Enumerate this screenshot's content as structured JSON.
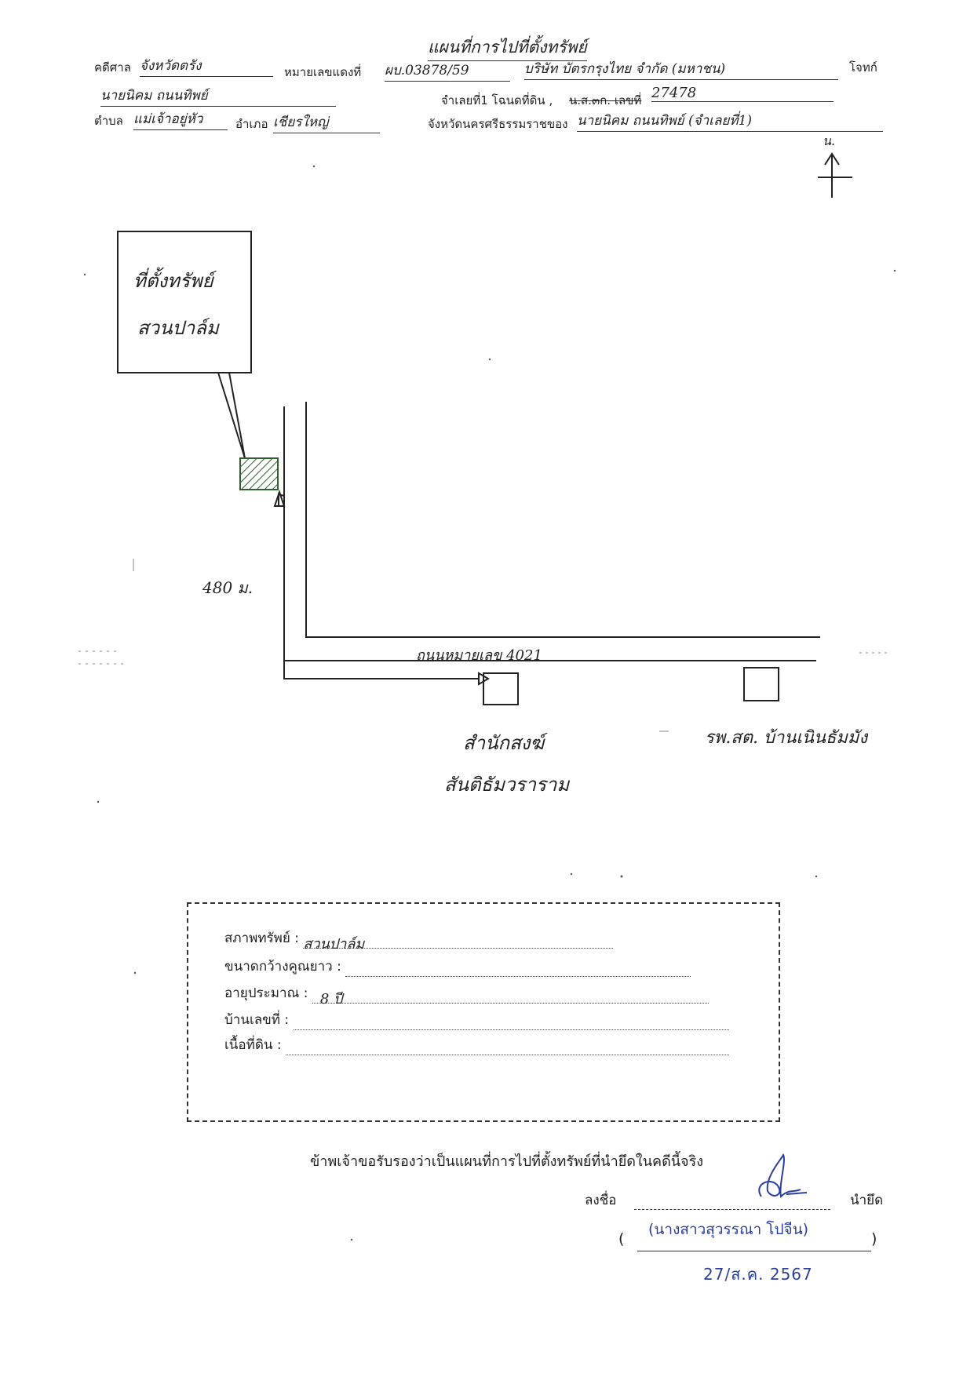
{
  "header": {
    "title": "แผนที่การไปที่ตั้งทรัพย์",
    "court_label": "คดีศาล",
    "court_value": "จังหวัดตรัง",
    "case_no_label": "หมายเลขแดงที่",
    "case_no_value": "ผบ.03878/59",
    "plaintiff_value": "บริษัท บัตรกรุงไทย จำกัด (มหาชน)",
    "plaintiff_label": "โจทก์",
    "defendant_value": "นายนิคม ถนนทิพย์",
    "defendant_no": "จำเลยที่1 โฉนดที่ดิน ,",
    "struck_text": "น.ส.๓ก. เลขที่",
    "deed_no": "27478",
    "subdistrict_label": "ตำบล",
    "subdistrict_value": "แม่เจ้าอยู่หัว",
    "district_label": "อำเภอ",
    "district_value": "เชียรใหญ่",
    "province_label": "จังหวัดนครศรีธรรมราชของ",
    "owner_value": "นายนิคม ถนนทิพย์ (จำเลยที่1)",
    "north_label": "น."
  },
  "map": {
    "property_line1": "ที่ตั้งทรัพย์",
    "property_line2": "สวนปาล์ม",
    "distance": "480 ม.",
    "road": "ถนนหมายเลข 4021",
    "landmark1_line1": "สำนักสงฆ์",
    "landmark1_line2": "สันติธัมวราราม",
    "landmark2": "รพ.สต. บ้านเนินธัมมัง"
  },
  "form": {
    "condition_label": "สภาพทรัพย์ :",
    "condition_value": "สวนปาล์ม",
    "size_label": "ขนาดกว้างคูณยาว :",
    "size_value": "",
    "age_label": "อายุประมาณ :",
    "age_value": "8 ปี",
    "house_no_label": "บ้านเลขที่ :",
    "house_no_value": "",
    "area_label": "เนื้อที่ดิน :",
    "area_value": ""
  },
  "footer": {
    "certify": "ข้าพเจ้าขอรับรองว่าเป็นแผนที่การไปที่ตั้งทรัพย์ที่นำยึดในคดีนี้จริง",
    "sign_label": "ลงชื่อ",
    "role": "นำยึด",
    "signer": "(นางสาวสุวรรณา โปจีน)",
    "open_paren": "(",
    "close_paren": ")",
    "date": "27/ส.ค. 2567"
  },
  "colors": {
    "stamp_blue": "#2a3f9c",
    "ink": "#222222",
    "parcel_green": "#2f5e2f"
  }
}
